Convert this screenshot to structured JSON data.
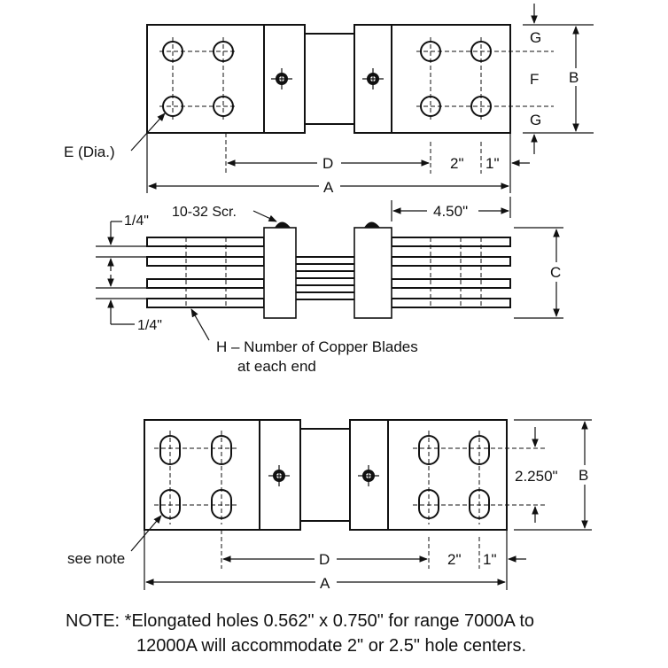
{
  "top_view": {
    "dim_G_top": "G",
    "dim_F": "F",
    "dim_G_bottom": "G",
    "dim_B": "B",
    "hole_label": "E (Dia.)",
    "dim_D": "D",
    "dim_2in": "2\"",
    "dim_1in": "1\"",
    "dim_A": "A"
  },
  "side_view": {
    "screw_label": "10-32 Scr.",
    "dim_450": "4.50\"",
    "dim_quarter_top": "1/4\"",
    "dim_quarter_bottom": "1/4\"",
    "dim_C": "C",
    "blade_label_line1": "H – Number of Copper Blades",
    "blade_label_line2": "at each end"
  },
  "bottom_view": {
    "dim_2250": "2.250\"",
    "dim_B": "B",
    "hole_label": "see note",
    "dim_D": "D",
    "dim_2in": "2\"",
    "dim_1in": "1\"",
    "dim_A": "A"
  },
  "note": {
    "line1": "NOTE: *Elongated holes 0.562\" x 0.750\" for range 7000A to",
    "line2": "12000A will accommodate 2\" or 2.5\" hole centers."
  }
}
